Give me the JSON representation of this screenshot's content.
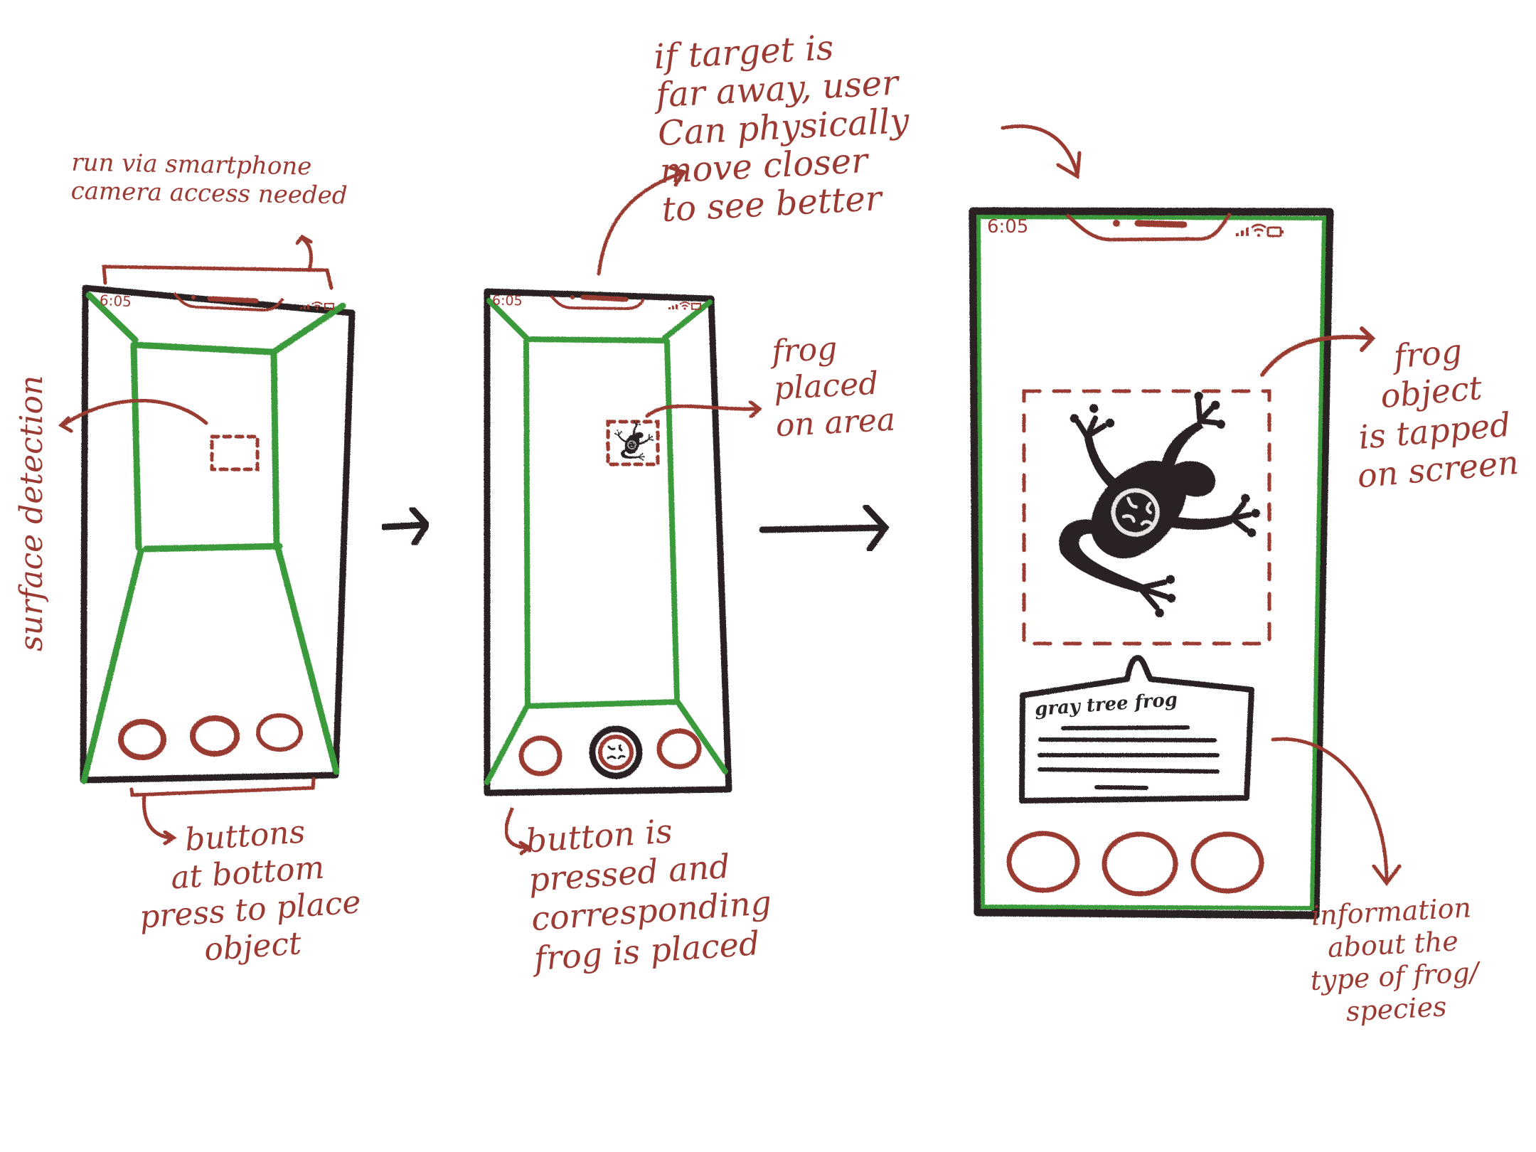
{
  "diagram": {
    "title": "AR frog placement app flow",
    "colors": {
      "annotation": "#9a3a32",
      "surface_outline": "#3a9a3a",
      "phone_frame": "#2a2424",
      "frog": "#2a2424"
    },
    "annotations": {
      "top_left": "run via smartphone\ncamera access needed",
      "left_vertical": "surface detection",
      "bottom_left": "buttons\nat bottom\npress to place\nobject",
      "top_middle": "if target is\nfar away, user\nCan physically\nmove closer\nto see better",
      "middle_right": "frog\nplaced\non area",
      "bottom_middle": "button is\npressed and\ncorresponding\nfrog is placed",
      "right_top": "frog\nobject\nis tapped\non screen",
      "right_bottom": "information\nabout the\ntype of frog/\nspecies"
    },
    "screens": [
      {
        "id": "screen-1-surface-detection",
        "status_time": "6:05",
        "status_icons": [
          "signal-icon",
          "wifi-icon",
          "battery-icon"
        ],
        "buttons": [
          "button-1",
          "button-2",
          "button-3"
        ],
        "placement_marker": "dashed-square"
      },
      {
        "id": "screen-2-frog-placed",
        "status_time": "6:05",
        "status_icons": [
          "signal-icon",
          "wifi-icon",
          "battery-icon"
        ],
        "buttons": [
          "button-1",
          "frog-button-pressed",
          "button-3"
        ],
        "placement_marker": "dashed-square-with-frog"
      },
      {
        "id": "screen-3-frog-info",
        "status_time": "6:05",
        "status_icons": [
          "signal-icon",
          "wifi-icon",
          "battery-icon"
        ],
        "buttons": [
          "button-1",
          "button-2",
          "button-3"
        ],
        "info_card": {
          "title": "gray tree frog",
          "text_lines": 5
        }
      }
    ],
    "flow_arrows": [
      "arrow-1-to-2",
      "arrow-2-to-3"
    ]
  }
}
